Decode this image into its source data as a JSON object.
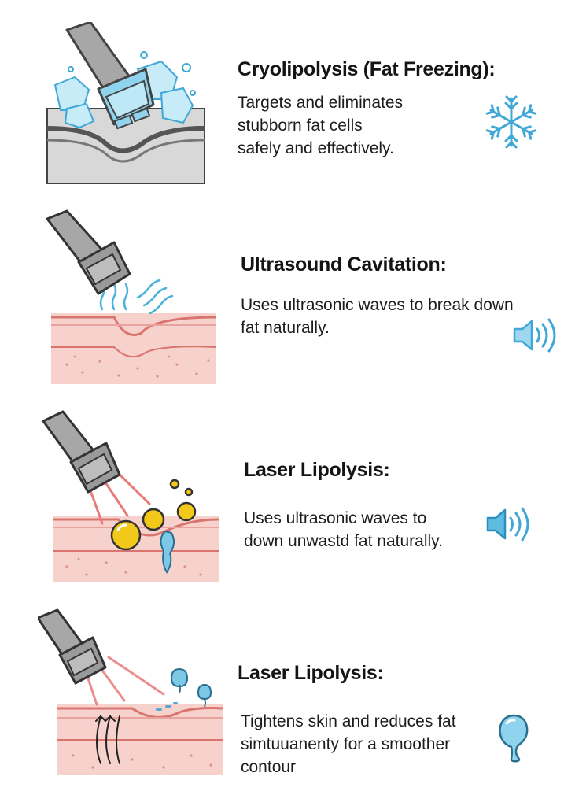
{
  "sections": [
    {
      "title": "Cryolipolysis (Fat Freezing):",
      "lines": [
        "Targets and eliminates",
        "stubborn fat cells",
        "safely and effectively."
      ],
      "icon": "snowflake-icon"
    },
    {
      "title": "Ultrasound Cavitation:",
      "lines": [
        "Uses ultrasonic waves to break down",
        "fat naturally."
      ],
      "icon": "speaker-waves-icon"
    },
    {
      "title": "Laser Lipolysis:",
      "lines": [
        "Uses ultrasonic waves to",
        "down unwastd fat naturally."
      ],
      "icon": "speaker-waves-icon"
    },
    {
      "title": "Laser Lipolysis:",
      "lines": [
        "Tightens skin and reduces fat",
        "simtuuanenty for a smoother",
        "contour"
      ],
      "icon": "water-drop-icon"
    }
  ],
  "colors": {
    "ice": "#9fd8ee",
    "ice_dark": "#3fa8d6",
    "skin": "#f4c4be",
    "skin_line": "#d9746e",
    "device": "#9a9a9a",
    "device_dark": "#555555",
    "fat": "#f2c81a",
    "wave": "#4bb3d8",
    "laser": "#e87a7a"
  }
}
